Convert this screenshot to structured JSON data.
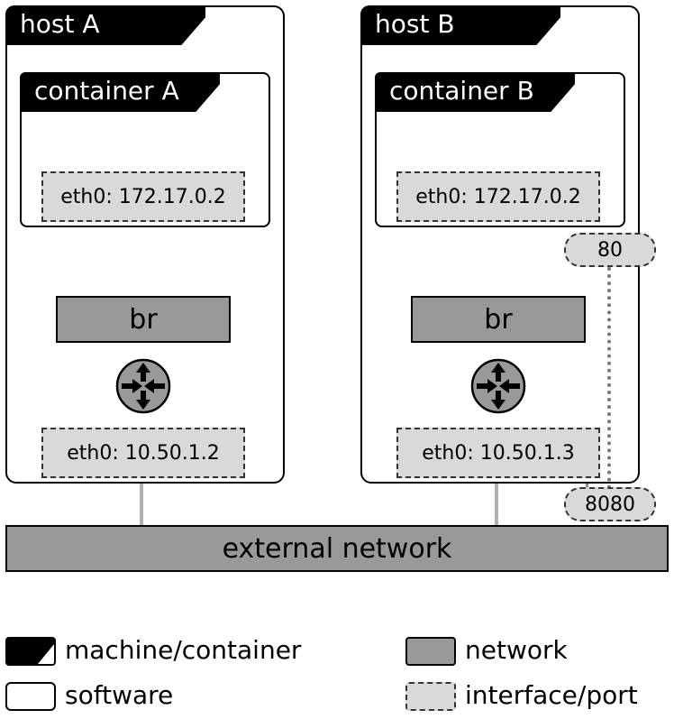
{
  "hosts": [
    {
      "label": "host A",
      "container": {
        "label": "container A",
        "iface": "eth0: 172.17.0.2"
      },
      "bridge": "br",
      "iface": "eth0: 10.50.1.2"
    },
    {
      "label": "host B",
      "container": {
        "label": "container B",
        "iface": "eth0: 172.17.0.2"
      },
      "bridge": "br",
      "iface": "eth0: 10.50.1.3",
      "container_port": "80",
      "host_port": "8080"
    }
  ],
  "external_network": "external network",
  "legend": [
    {
      "key": "machine",
      "label": "machine/container"
    },
    {
      "key": "software",
      "label": "software"
    },
    {
      "key": "network",
      "label": "network"
    },
    {
      "key": "iface",
      "label": "interface/port"
    }
  ],
  "colors": {
    "network": "#999999",
    "interface": "#d9d9d9",
    "line": "#b0b0b0"
  },
  "icons": [
    "router-icon"
  ]
}
